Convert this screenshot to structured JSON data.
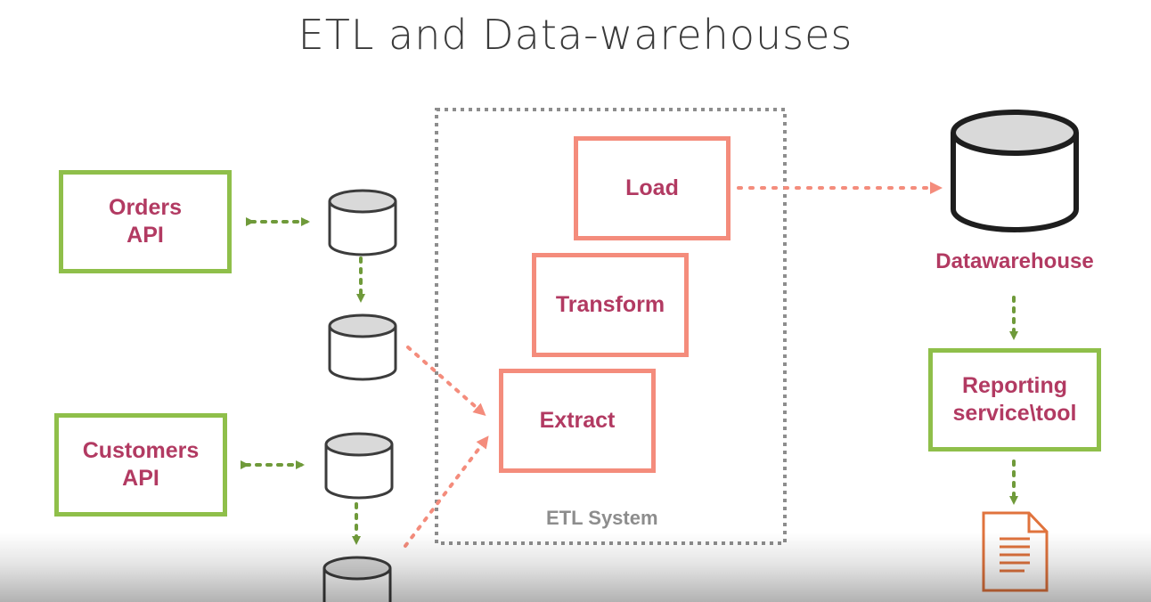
{
  "title": "ETL and Data-warehouses",
  "sources": [
    {
      "label_line1": "Orders",
      "label_line2": "API"
    },
    {
      "label_line1": "Customers",
      "label_line2": "API"
    }
  ],
  "etl": {
    "label": "ETL System",
    "steps": {
      "load": "Load",
      "transform": "Transform",
      "extract": "Extract"
    }
  },
  "warehouse": {
    "label": "Datawarehouse"
  },
  "reporting": {
    "label_line1": "Reporting",
    "label_line2": "service\\tool"
  },
  "colors": {
    "green": "#8fbf4a",
    "salmon": "#f48c7c",
    "text_accent": "#b23a62",
    "db_fill": "#d9d9d9",
    "db_stroke": "#3c3c3c",
    "etl_border": "#8d8d8d",
    "document": "#e0733d"
  },
  "icons": [
    "database-icon",
    "document-icon"
  ]
}
